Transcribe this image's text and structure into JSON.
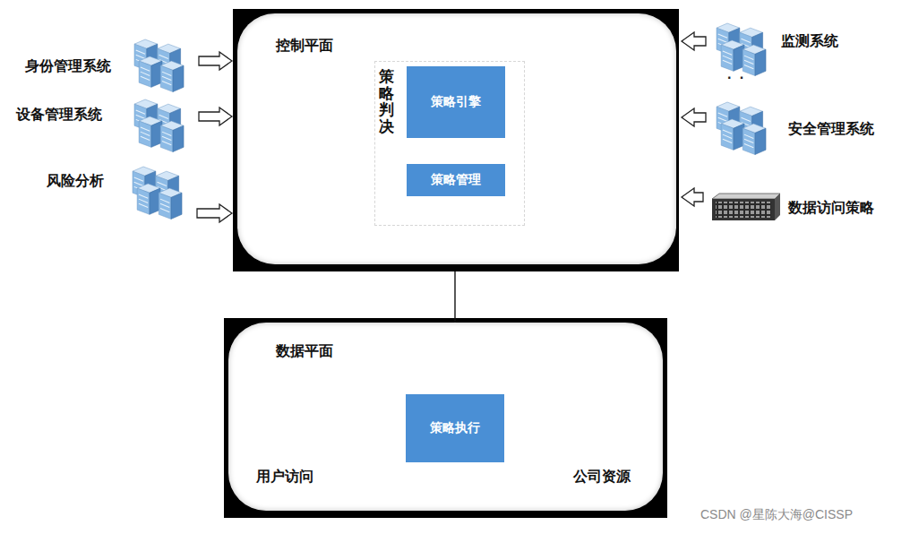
{
  "diagram": {
    "nodes": [
      {
        "text": [
          "控制平面"
        ]
      },
      {
        "text": [
          "策略判决"
        ],
        "in": 0
      },
      {
        "text": [
          "策略引擎"
        ],
        "in": 1
      },
      {
        "text": [
          "策略管理"
        ],
        "in": 1
      },
      {
        "text": [
          "身份管理系统"
        ]
      },
      {
        "text": [
          "设备管理系统"
        ]
      },
      {
        "text": [
          "风险分析"
        ]
      },
      {
        "text": [
          "监测系统"
        ]
      },
      {
        "text": [
          "安全管理系统"
        ]
      },
      {
        "text": [
          "数据访问策略"
        ]
      },
      {
        "text": [
          "数据平面"
        ]
      },
      {
        "text": [
          "用户访问"
        ],
        "in": 10
      },
      {
        "text": [
          "策略执行"
        ],
        "in": 10
      },
      {
        "text": [
          "公司资源"
        ],
        "in": 10
      }
    ],
    "edges": [
      {
        "from": 4,
        "to": 0,
        "arrow": "to"
      },
      {
        "from": 5,
        "to": 0,
        "arrow": "to"
      },
      {
        "from": 6,
        "to": 0,
        "arrow": "to"
      },
      {
        "from": 7,
        "to": 0,
        "arrow": "to"
      },
      {
        "from": 8,
        "to": 0,
        "arrow": "to"
      },
      {
        "from": 9,
        "to": 0,
        "arrow": "to"
      },
      {
        "from": 2,
        "to": 3,
        "arrow": "to"
      },
      {
        "from": 0,
        "to": 12,
        "arrow": "to"
      },
      {
        "from": 11,
        "to": 12,
        "arrow": "to"
      },
      {
        "from": 12,
        "to": 13,
        "arrow": "to"
      }
    ],
    "labels": [
      "· ·",
      "CSDN @星陈大海@CISSP"
    ]
  }
}
